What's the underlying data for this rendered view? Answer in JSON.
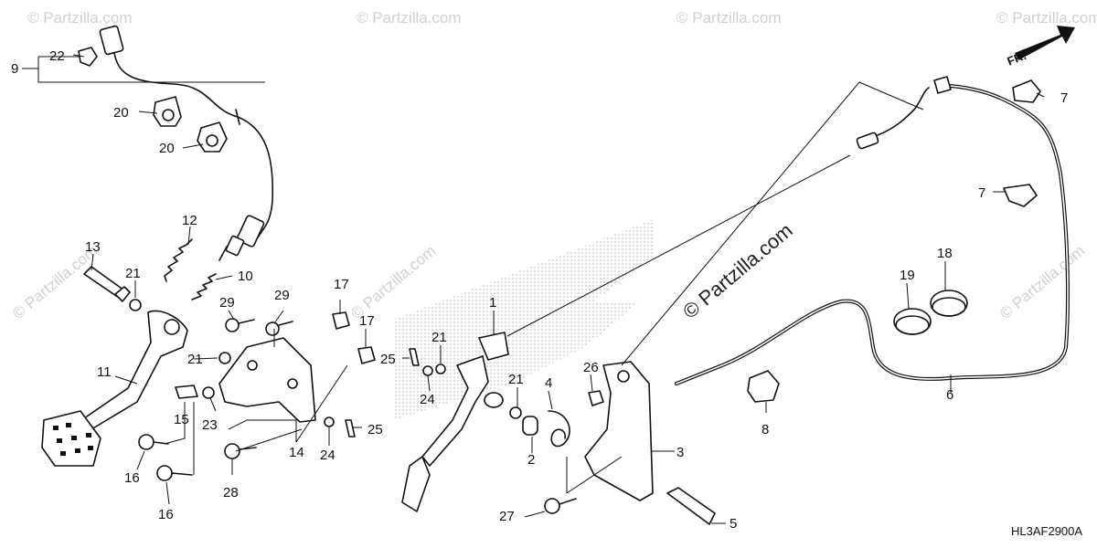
{
  "diagram": {
    "code": "HL3AF2900A",
    "watermark": "© Partzilla.com",
    "direction_label": "FR.",
    "callouts": [
      {
        "id": "c1",
        "label": "1"
      },
      {
        "id": "c2",
        "label": "2"
      },
      {
        "id": "c3",
        "label": "3"
      },
      {
        "id": "c4",
        "label": "4"
      },
      {
        "id": "c5",
        "label": "5"
      },
      {
        "id": "c6",
        "label": "6"
      },
      {
        "id": "c7a",
        "label": "7"
      },
      {
        "id": "c7b",
        "label": "7"
      },
      {
        "id": "c8",
        "label": "8"
      },
      {
        "id": "c9",
        "label": "9"
      },
      {
        "id": "c10",
        "label": "10"
      },
      {
        "id": "c11",
        "label": "11"
      },
      {
        "id": "c12",
        "label": "12"
      },
      {
        "id": "c13",
        "label": "13"
      },
      {
        "id": "c14",
        "label": "14"
      },
      {
        "id": "c15",
        "label": "15"
      },
      {
        "id": "c16a",
        "label": "16"
      },
      {
        "id": "c16b",
        "label": "16"
      },
      {
        "id": "c17a",
        "label": "17"
      },
      {
        "id": "c17b",
        "label": "17"
      },
      {
        "id": "c18",
        "label": "18"
      },
      {
        "id": "c19",
        "label": "19"
      },
      {
        "id": "c20a",
        "label": "20"
      },
      {
        "id": "c20b",
        "label": "20"
      },
      {
        "id": "c21a",
        "label": "21"
      },
      {
        "id": "c21b",
        "label": "21"
      },
      {
        "id": "c21c",
        "label": "21"
      },
      {
        "id": "c21d",
        "label": "21"
      },
      {
        "id": "c22",
        "label": "22"
      },
      {
        "id": "c23",
        "label": "23"
      },
      {
        "id": "c24a",
        "label": "24"
      },
      {
        "id": "c24b",
        "label": "24"
      },
      {
        "id": "c25a",
        "label": "25"
      },
      {
        "id": "c25b",
        "label": "25"
      },
      {
        "id": "c26",
        "label": "26"
      },
      {
        "id": "c27",
        "label": "27"
      },
      {
        "id": "c28",
        "label": "28"
      },
      {
        "id": "c29a",
        "label": "29"
      },
      {
        "id": "c29b",
        "label": "29"
      }
    ]
  }
}
